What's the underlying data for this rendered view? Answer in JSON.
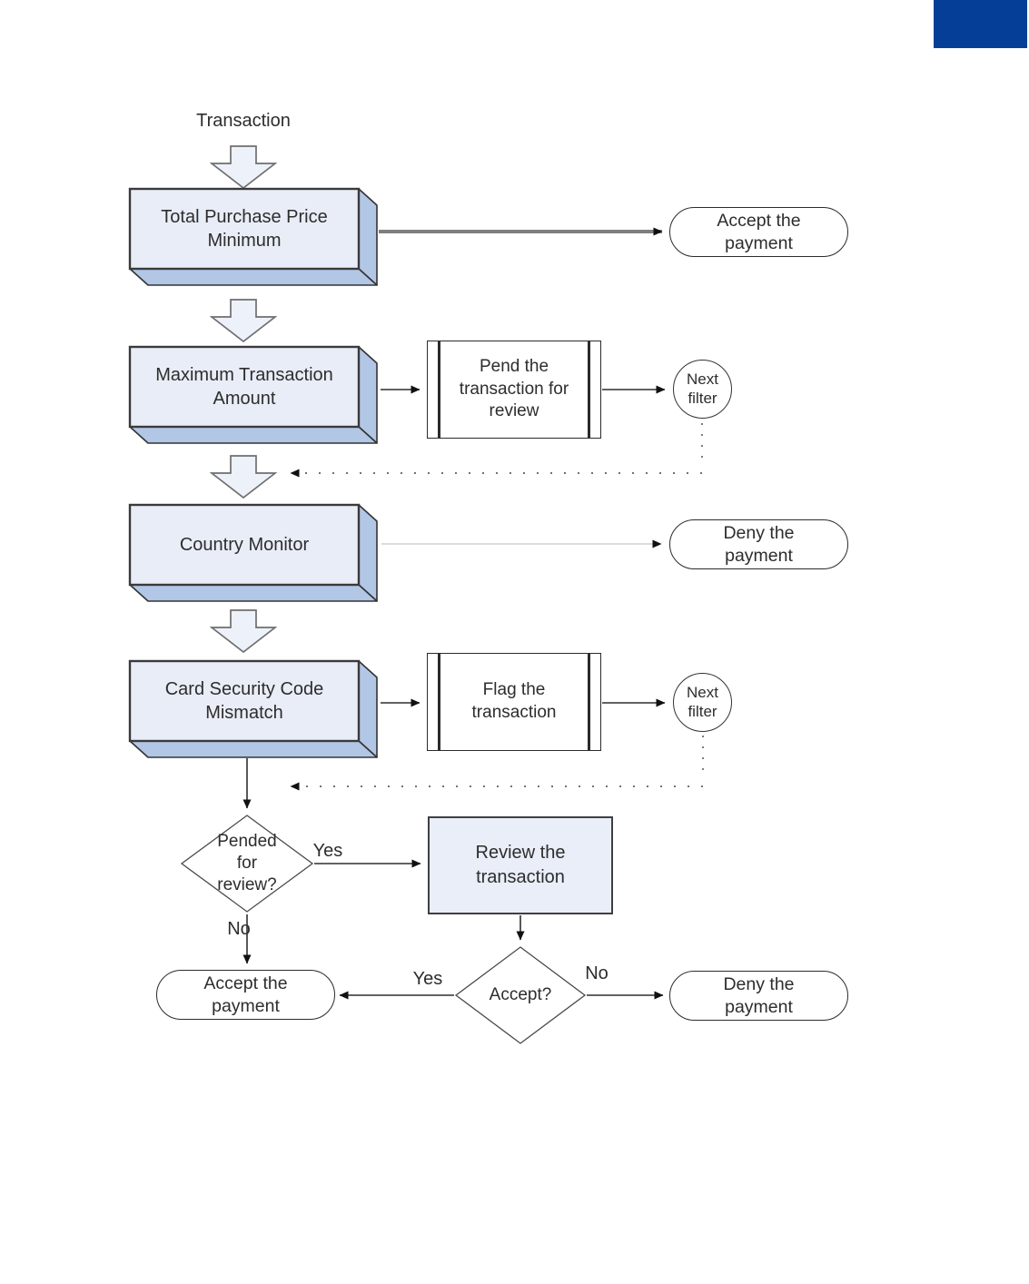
{
  "colors": {
    "corner_accent": "#043e96",
    "filter_box_fill": "#e9edf7",
    "filter_box_side_fill": "#b2c6e6",
    "review_box_fill": "#e9eef8"
  },
  "flow": {
    "entry_label": "Transaction",
    "filter_boxes": [
      {
        "label": "Total Purchase Price Minimum"
      },
      {
        "label": "Maximum Transaction Amount"
      },
      {
        "label": "Country Monitor"
      },
      {
        "label": "Card Security Code Mismatch"
      }
    ],
    "process_boxes": {
      "pend": "Pend the transaction for review",
      "flag": "Flag the transaction",
      "review": "Review the transaction"
    },
    "next_filter_circles": [
      {
        "label": "Next filter"
      },
      {
        "label": "Next filter"
      }
    ],
    "terminators": {
      "accept_top": "Accept the payment",
      "deny_mid": "Deny the payment",
      "accept_bottom": "Accept the payment",
      "deny_bottom": "Deny the payment"
    },
    "decisions": {
      "pended": {
        "question": "Pended for review?",
        "yes": "Yes",
        "no": "No"
      },
      "accept": {
        "question": "Accept?",
        "yes": "Yes",
        "no": "No"
      }
    }
  }
}
